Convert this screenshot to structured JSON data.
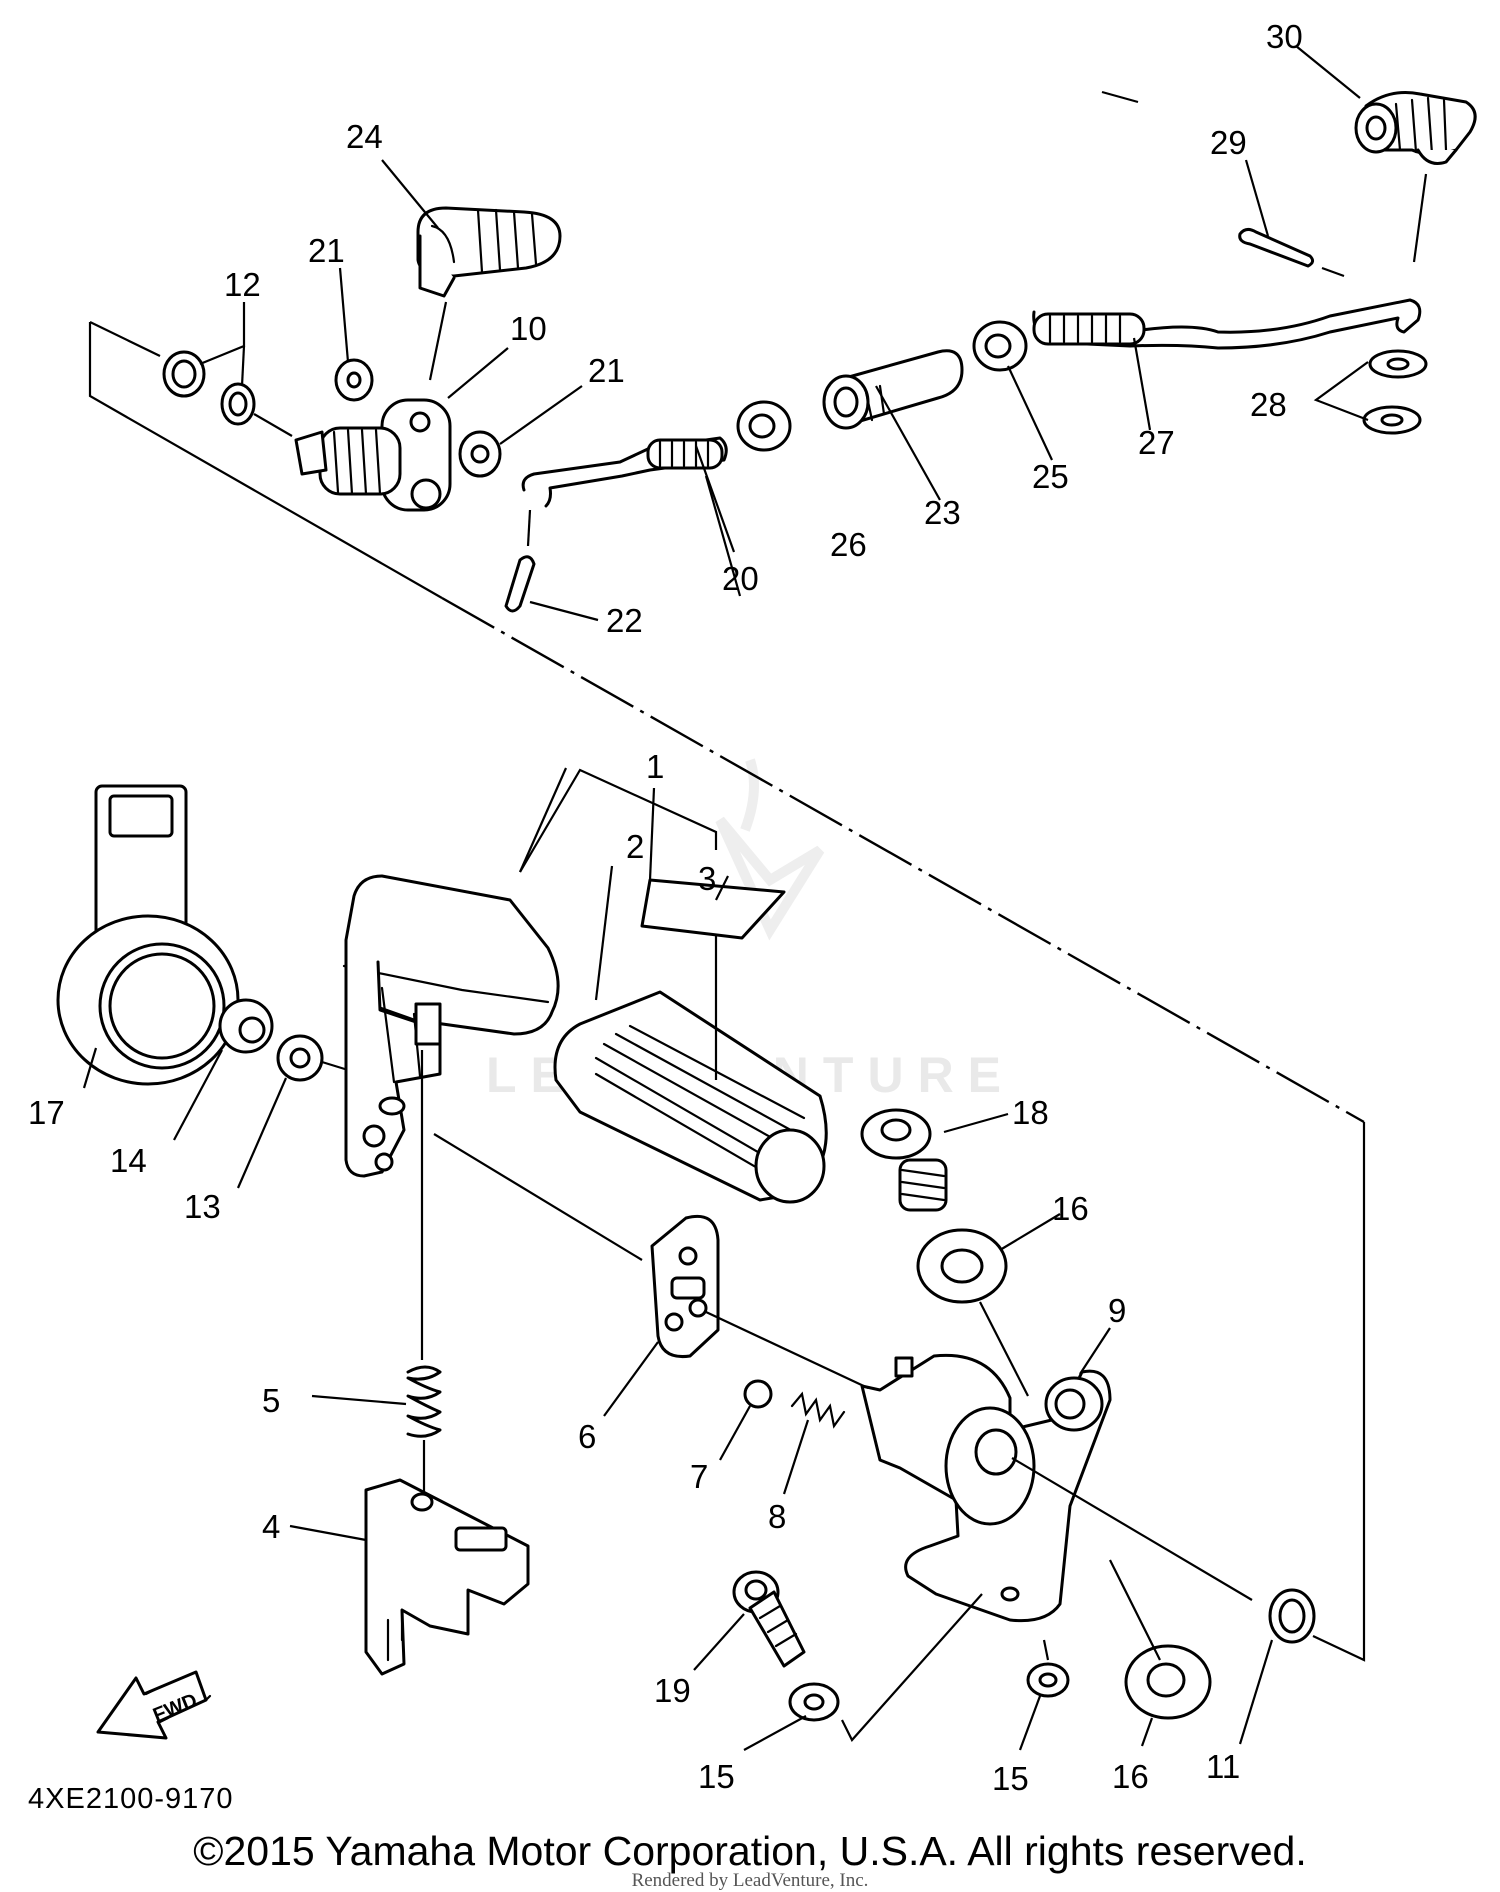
{
  "diagram": {
    "code": "4XE2100-9170",
    "copyright": "©2015 Yamaha Motor Corporation, U.S.A. All rights reserved.",
    "rendered_by": "Rendered by LeadVenture, Inc.",
    "watermark": "LEADVENTURE",
    "fwd_label": "FWD",
    "callouts": [
      "1",
      "2",
      "3",
      "4",
      "5",
      "6",
      "7",
      "8",
      "9",
      "10",
      "11",
      "12",
      "13",
      "14",
      "15",
      "15",
      "16",
      "16",
      "17",
      "18",
      "19",
      "20",
      "21",
      "21",
      "22",
      "23",
      "24",
      "25",
      "26",
      "27",
      "28",
      "29",
      "30"
    ]
  }
}
